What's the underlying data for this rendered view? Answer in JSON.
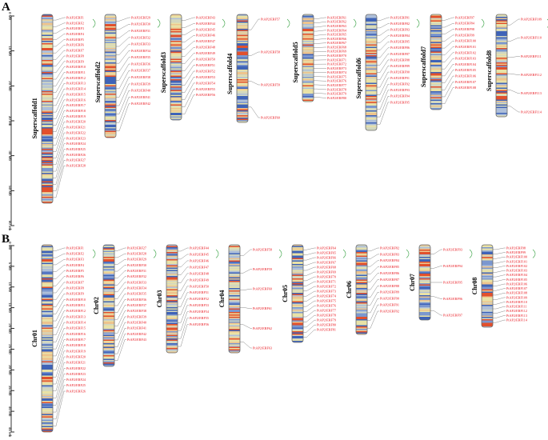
{
  "panels": [
    {
      "label": "A",
      "scale": {
        "labels": [
          "0 Mb",
          "10 Mb",
          "20 Mb",
          "30 Mb",
          "40 Mb",
          "50 Mb",
          "60 Mb"
        ]
      },
      "chromosomes": [
        {
          "name": "Superscaffold1",
          "genes": [
            "PtAP2/ERF1",
            "PtAP2/ERF2",
            "PtAP2/ERF3",
            "PtAP2/ERF4",
            "PtAP2/ERF5",
            "PtAP2/ERF6",
            "PtAP2/ERF7",
            "PtAP2/ERF8",
            "PtAP2/ERF9",
            "PtAP2/ERF10",
            "PtAP2/ERF11",
            "PtAP2/ERF12",
            "PtAP2/ERF13",
            "PtAP2/ERF14",
            "PtAP2/ERF15",
            "PtAP2/ERF16",
            "PtAP2/ERF17",
            "PtAP2/ERF18",
            "PtAP2/ERF19",
            "PtAP2/ERF20",
            "PtAP2/ERF21",
            "PtAP2/ERF22",
            "PtAP2/ERF23",
            "PtAP2/ERF24",
            "PtAP2/ERF25",
            "PtAP2/ERF26",
            "PtAP2/ERF27",
            "PtAP2/ERF28"
          ]
        },
        {
          "name": "Superscaffold2",
          "genes": [
            "PtAP2/ERF29",
            "PtAP2/ERF30",
            "PtAP2/ERF31",
            "PtAP2/ERF32",
            "PtAP2/ERF33",
            "PtAP2/ERF34",
            "PtAP2/ERF35",
            "PtAP2/ERF36",
            "PtAP2/ERF37",
            "PtAP2/ERF38",
            "PtAP2/ERF39",
            "PtAP2/ERF40",
            "PtAP2/ERF41",
            "PtAP2/ERF42"
          ]
        },
        {
          "name": "Superscaffold3",
          "genes": [
            "PtAP2/ERF43",
            "PtAP2/ERF44",
            "PtAP2/ERF45",
            "PtAP2/ERF46",
            "PtAP2/ERF47",
            "PtAP2/ERF48",
            "PtAP2/ERF49",
            "PtAP2/ERF50",
            "PtAP2/ERF51",
            "PtAP2/ERF52",
            "PtAP2/ERF53",
            "PtAP2/ERF54",
            "PtAP2/ERF55",
            "PtAP2/ERF56"
          ]
        },
        {
          "name": "Superscaffold4",
          "genes": [
            "PtAP2/ERF57",
            "PtAP2/ERF58",
            "PtAP2/ERF59",
            "PtAP2/ERF60"
          ]
        },
        {
          "name": "Superscaffold5",
          "genes": [
            "PtAP2/ERF61",
            "PtAP2/ERF62",
            "PtAP2/ERF63",
            "PtAP2/ERF64",
            "PtAP2/ERF65",
            "PtAP2/ERF66",
            "PtAP2/ERF67",
            "PtAP2/ERF68",
            "PtAP2/ERF69",
            "PtAP2/ERF70",
            "PtAP2/ERF71",
            "PtAP2/ERF72",
            "PtAP2/ERF73",
            "PtAP2/ERF74",
            "PtAP2/ERF75",
            "PtAP2/ERF76",
            "PtAP2/ERF77",
            "PtAP2/ERF78",
            "PtAP2/ERF79",
            "PtAP2/ERF80"
          ]
        },
        {
          "name": "Superscaffold6",
          "genes": [
            "PtAP2/ERF81",
            "PtAP2/ERF82",
            "PtAP2/ERF83",
            "PtAP2/ERF84",
            "PtAP2/ERF85",
            "PtAP2/ERF86",
            "PtAP2/ERF87",
            "PtAP2/ERF88",
            "PtAP2/ERF89",
            "PtAP2/ERF90",
            "PtAP2/ERF91",
            "PtAP2/ERF92",
            "PtAP2/ERF93",
            "PtAP2/ERF94",
            "PtAP2/ERF95"
          ]
        },
        {
          "name": "Superscaffold7",
          "genes": [
            "PtAP2/ERF97",
            "PtAP2/ERF84",
            "PtAP2/ERF98",
            "PtAP2/ERF99",
            "PtAP2/ERF100",
            "PtAP2/ERF101",
            "PtAP2/ERF102",
            "PtAP2/ERF103",
            "PtAP2/ERF104",
            "PtAP2/ERF105",
            "PtAP2/ERF106",
            "PtAP2/ERF107",
            "PtAP2/ERF108"
          ]
        },
        {
          "name": "Superscaffold8",
          "genes": [
            "PtAP2/ERF109",
            "PtAP2/ERF110",
            "PtAP2/ERF111",
            "PtAP2/ERF112",
            "PtAP2/ERF113",
            "PtAP2/ERF114"
          ]
        }
      ]
    },
    {
      "label": "B",
      "scale": {
        "labels": [
          "0 Mb",
          "5 Mb",
          "10 Mb",
          "15 Mb",
          "20 Mb",
          "25 Mb",
          "30 Mb",
          "35 Mb",
          "40 Mb",
          "45 Mb"
        ]
      },
      "chromosomes": [
        {
          "name": "Chr01",
          "genes": [
            "PtAP2/ERF1",
            "PtAP2/ERF2",
            "PtAP2/ERF3",
            "PtAP2/ERF4",
            "PtAP2/ERF5",
            "PtAP2/ERF6",
            "PtAP2/ERF7",
            "PtAP2/ERF8",
            "PtAP2/ERF9",
            "PtAP2/ERF10",
            "PtAP2/ERF11",
            "PtAP2/ERF12",
            "PtAP2/ERF13",
            "PtAP2/ERF14",
            "PtAP2/ERF15",
            "PtAP2/ERF16",
            "PtAP2/ERF17",
            "PtAP2/ERF18",
            "PtAP2/ERF19",
            "PtAP2/ERF20",
            "PtAP2/ERF21",
            "PtAP2/ERF22",
            "PtAP2/ERF23",
            "PtAP2/ERF24",
            "PtAP2/ERF25",
            "PtAP2/ERF26"
          ]
        },
        {
          "name": "Chr02",
          "genes": [
            "PtAP2/ERF27",
            "PtAP2/ERF28",
            "PtAP2/ERF29",
            "PtAP2/ERF30",
            "PtAP2/ERF31",
            "PtAP2/ERF32",
            "PtAP2/ERF33",
            "PtAP2/ERF34",
            "PtAP2/ERF35",
            "PtAP2/ERF36",
            "PtAP2/ERF37",
            "PtAP2/ERF38",
            "PtAP2/ERF39",
            "PtAP2/ERF40",
            "PtAP2/ERF41",
            "PtAP2/ERF42",
            "PtAP2/ERF43"
          ]
        },
        {
          "name": "Chr03",
          "genes": [
            "PtAP2/ERF44",
            "PtAP2/ERF45",
            "PtAP2/ERF46",
            "PtAP2/ERF47",
            "PtAP2/ERF48",
            "PtAP2/ERF49",
            "PtAP2/ERF50",
            "PtAP2/ERF51",
            "PtAP2/ERF52",
            "PtAP2/ERF53",
            "PtAP2/ERF54",
            "PtAP2/ERF55",
            "PtAP2/ERF56"
          ]
        },
        {
          "name": "Chr04",
          "genes": [
            "PtAP2/ERF58",
            "PtAP2/ERF59",
            "PtAP2/ERF60",
            "PtAP2/ERF61",
            "PtAP2/ERF62",
            "PtAP2/ERF63"
          ]
        },
        {
          "name": "Chr05",
          "genes": [
            "PtAP2/ERF64",
            "PtAP2/ERF65",
            "PtAP2/ERF66",
            "PtAP2/ERF67",
            "PtAP2/ERF68",
            "PtAP2/ERF69",
            "PtAP2/ERF70",
            "PtAP2/ERF71",
            "PtAP2/ERF72",
            "PtAP2/ERF73",
            "PtAP2/ERF74",
            "PtAP2/ERF75",
            "PtAP2/ERF76",
            "PtAP2/ERF77",
            "PtAP2/ERF78",
            "PtAP2/ERF79",
            "PtAP2/ERF80",
            "PtAP2/ERF81"
          ]
        },
        {
          "name": "Chr06",
          "genes": [
            "PtAP2/ERF82",
            "PtAP2/ERF83",
            "PtAP2/ERF84",
            "PtAP2/ERF85",
            "PtAP2/ERF86",
            "PtAP2/ERF87",
            "PtAP2/ERF88",
            "PtAP2/ERF89",
            "PtAP2/ERF90",
            "PtAP2/ERF91",
            "PtAP2/ERF92"
          ]
        },
        {
          "name": "Chr07",
          "genes": [
            "PtAP2/ERF93",
            "PtAP2/ERF94",
            "PtAP2/ERF95",
            "PtAP2/ERF96",
            "PtAP2/ERF97"
          ]
        },
        {
          "name": "Chr08",
          "genes": [
            "PtAP2/ERF98",
            "PtAP2/ERF99",
            "PtAP2/ERF100",
            "PtAP2/ERF101",
            "PtAP2/ERF102",
            "PtAP2/ERF103",
            "PtAP2/ERF104",
            "PtAP2/ERF105",
            "PtAP2/ERF106",
            "PtAP2/ERF107",
            "PtAP2/ERF108",
            "PtAP2/ERF109",
            "PtAP2/ERF110",
            "PtAP2/ERF111",
            "PtAP2/ERF112",
            "PtAP2/ERF113",
            "PtAP2/ERF114"
          ]
        }
      ]
    }
  ],
  "colors": {
    "gene_label": "#e8141c",
    "connector": "#555555",
    "duplication_link": "#2e9e3b",
    "chromosome_outline": "#6a6a6a",
    "density_low": "#3f63b8",
    "density_mid": "#e9e2a6",
    "density_high": "#e2502c"
  }
}
